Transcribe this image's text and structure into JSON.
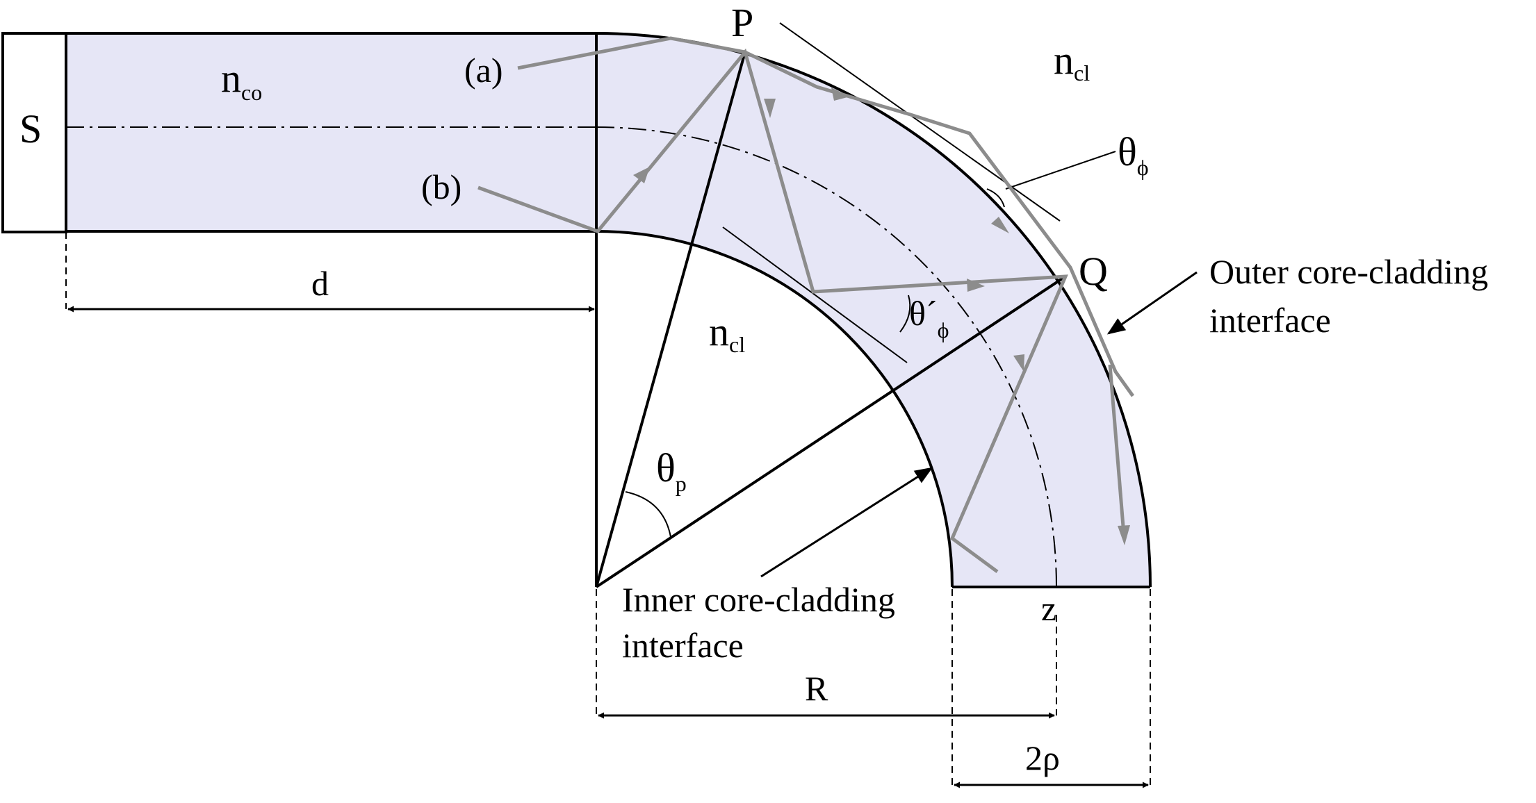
{
  "labels": {
    "source": "S",
    "point_p": "P",
    "point_q": "Q",
    "core_index_base": "n",
    "core_index_sub": "co",
    "cladding_index_base": "n",
    "cladding_index_sub": "cl",
    "ray_a": "(a)",
    "ray_b": "(b)",
    "theta_phi_base": "θ",
    "theta_phi_sub": "ϕ",
    "theta_phi_prime_base": "θ´",
    "theta_phi_prime_sub": "ϕ",
    "theta_p_base": "θ",
    "theta_p_sub": "p",
    "dim_d": "d",
    "dim_r": "R",
    "dim_z": "z",
    "dim_2rho": "2ρ",
    "outer_interface_line1": "Outer core-cladding",
    "outer_interface_line2": "interface",
    "inner_interface_line1": "Inner core-cladding",
    "inner_interface_line2": "interface"
  },
  "colors": {
    "core_fill": "#e6e6f6",
    "ray": "#8c8c8c",
    "line": "#000000"
  }
}
